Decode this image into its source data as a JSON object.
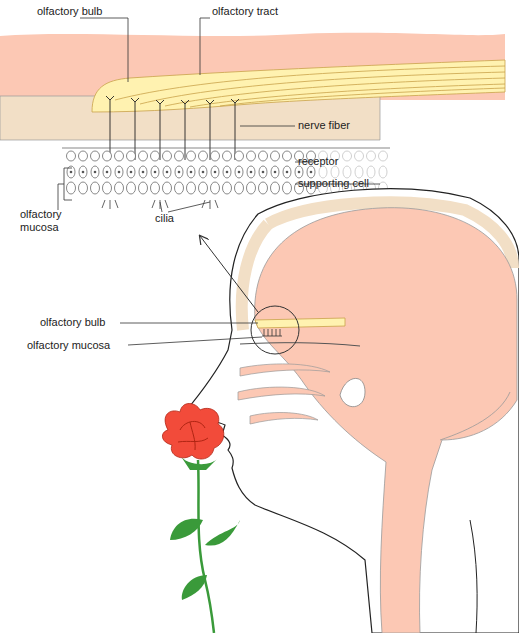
{
  "diagram": {
    "labels": [
      "olfactory bulb",
      "olfactory tract",
      "nerve fiber",
      "receptor",
      "supporting cell",
      "olfactory mucosa",
      "cilia",
      "olfactory bulb",
      "olfactory mucosa"
    ]
  }
}
